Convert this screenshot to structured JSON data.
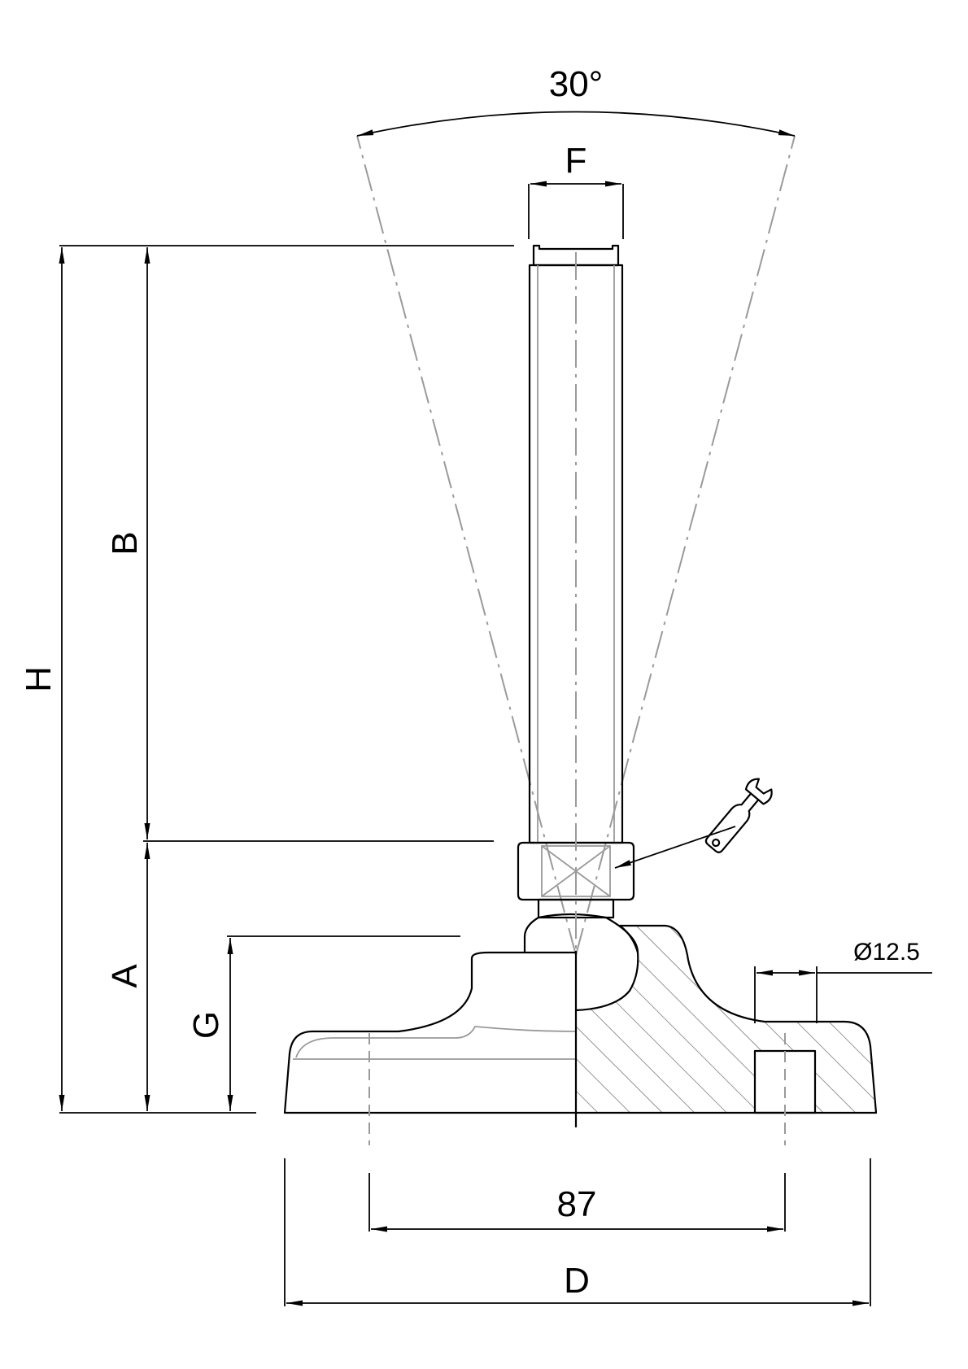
{
  "labels": {
    "angle": "30°",
    "thread": "F",
    "stroke_length": "B",
    "height_total": "H",
    "base_height": "A",
    "foot_height": "G",
    "hole_diameter": "Ø12.5",
    "hole_spacing": "87",
    "base_diameter": "D"
  },
  "icons": {
    "wrench": "wrench-icon"
  }
}
